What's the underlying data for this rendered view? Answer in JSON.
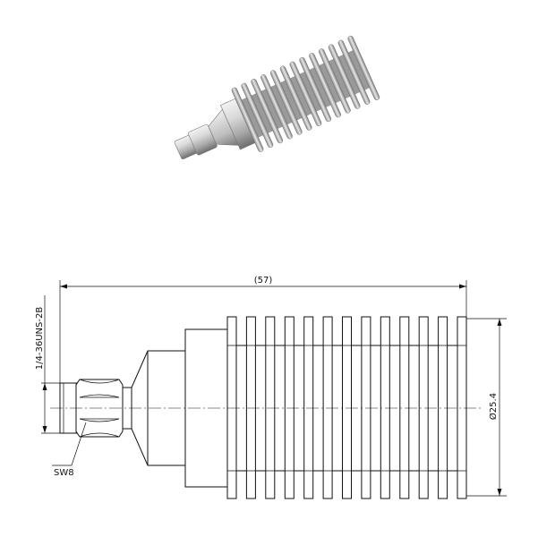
{
  "drawing": {
    "dimensions": {
      "overall_length": "(57)",
      "thread_spec": "1/4-36UNS-2B",
      "diameter": "Ø25.4",
      "wrench_size": "SW8"
    }
  },
  "colors": {
    "line": "#111111",
    "metal_light": "#e6e6e6",
    "metal_dark": "#6e6e6e",
    "background": "#ffffff"
  },
  "render": {
    "fin_count": 13
  }
}
